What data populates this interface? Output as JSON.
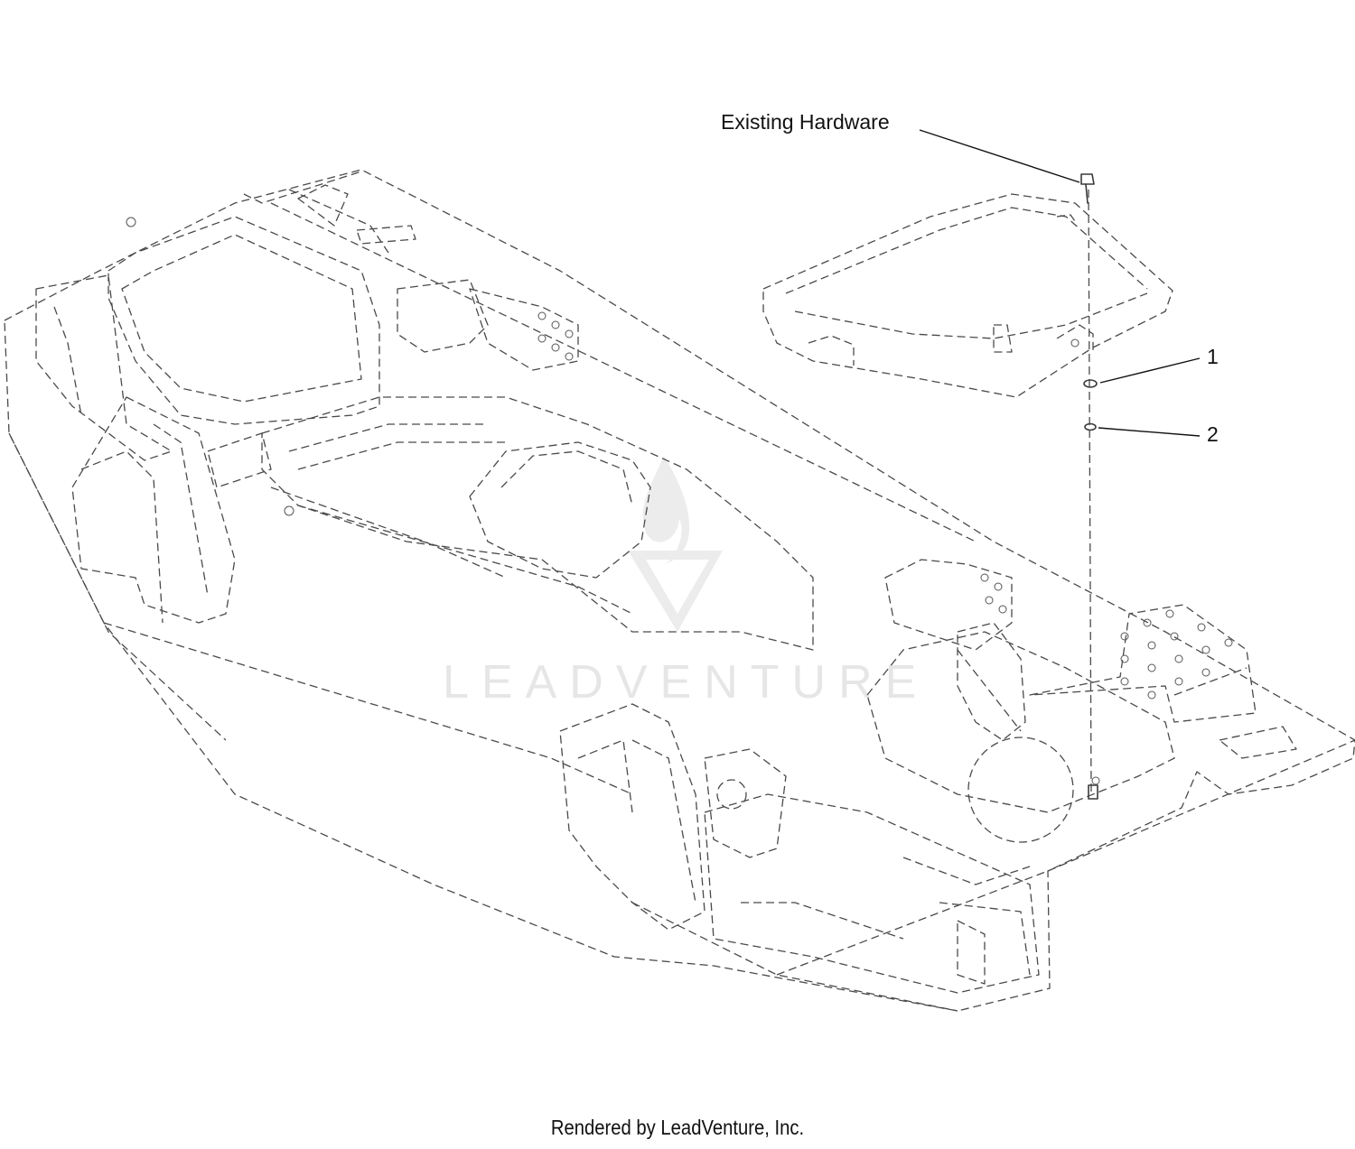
{
  "diagram": {
    "callouts": {
      "existing_hardware": "Existing Hardware",
      "item_1": "1",
      "item_2": "2"
    },
    "watermark": "LEADVENTURE",
    "footer": "Rendered by LeadVenture, Inc."
  },
  "colors": {
    "line": "#3a3a3a",
    "watermark": "#e6e6e6",
    "background": "#ffffff"
  }
}
